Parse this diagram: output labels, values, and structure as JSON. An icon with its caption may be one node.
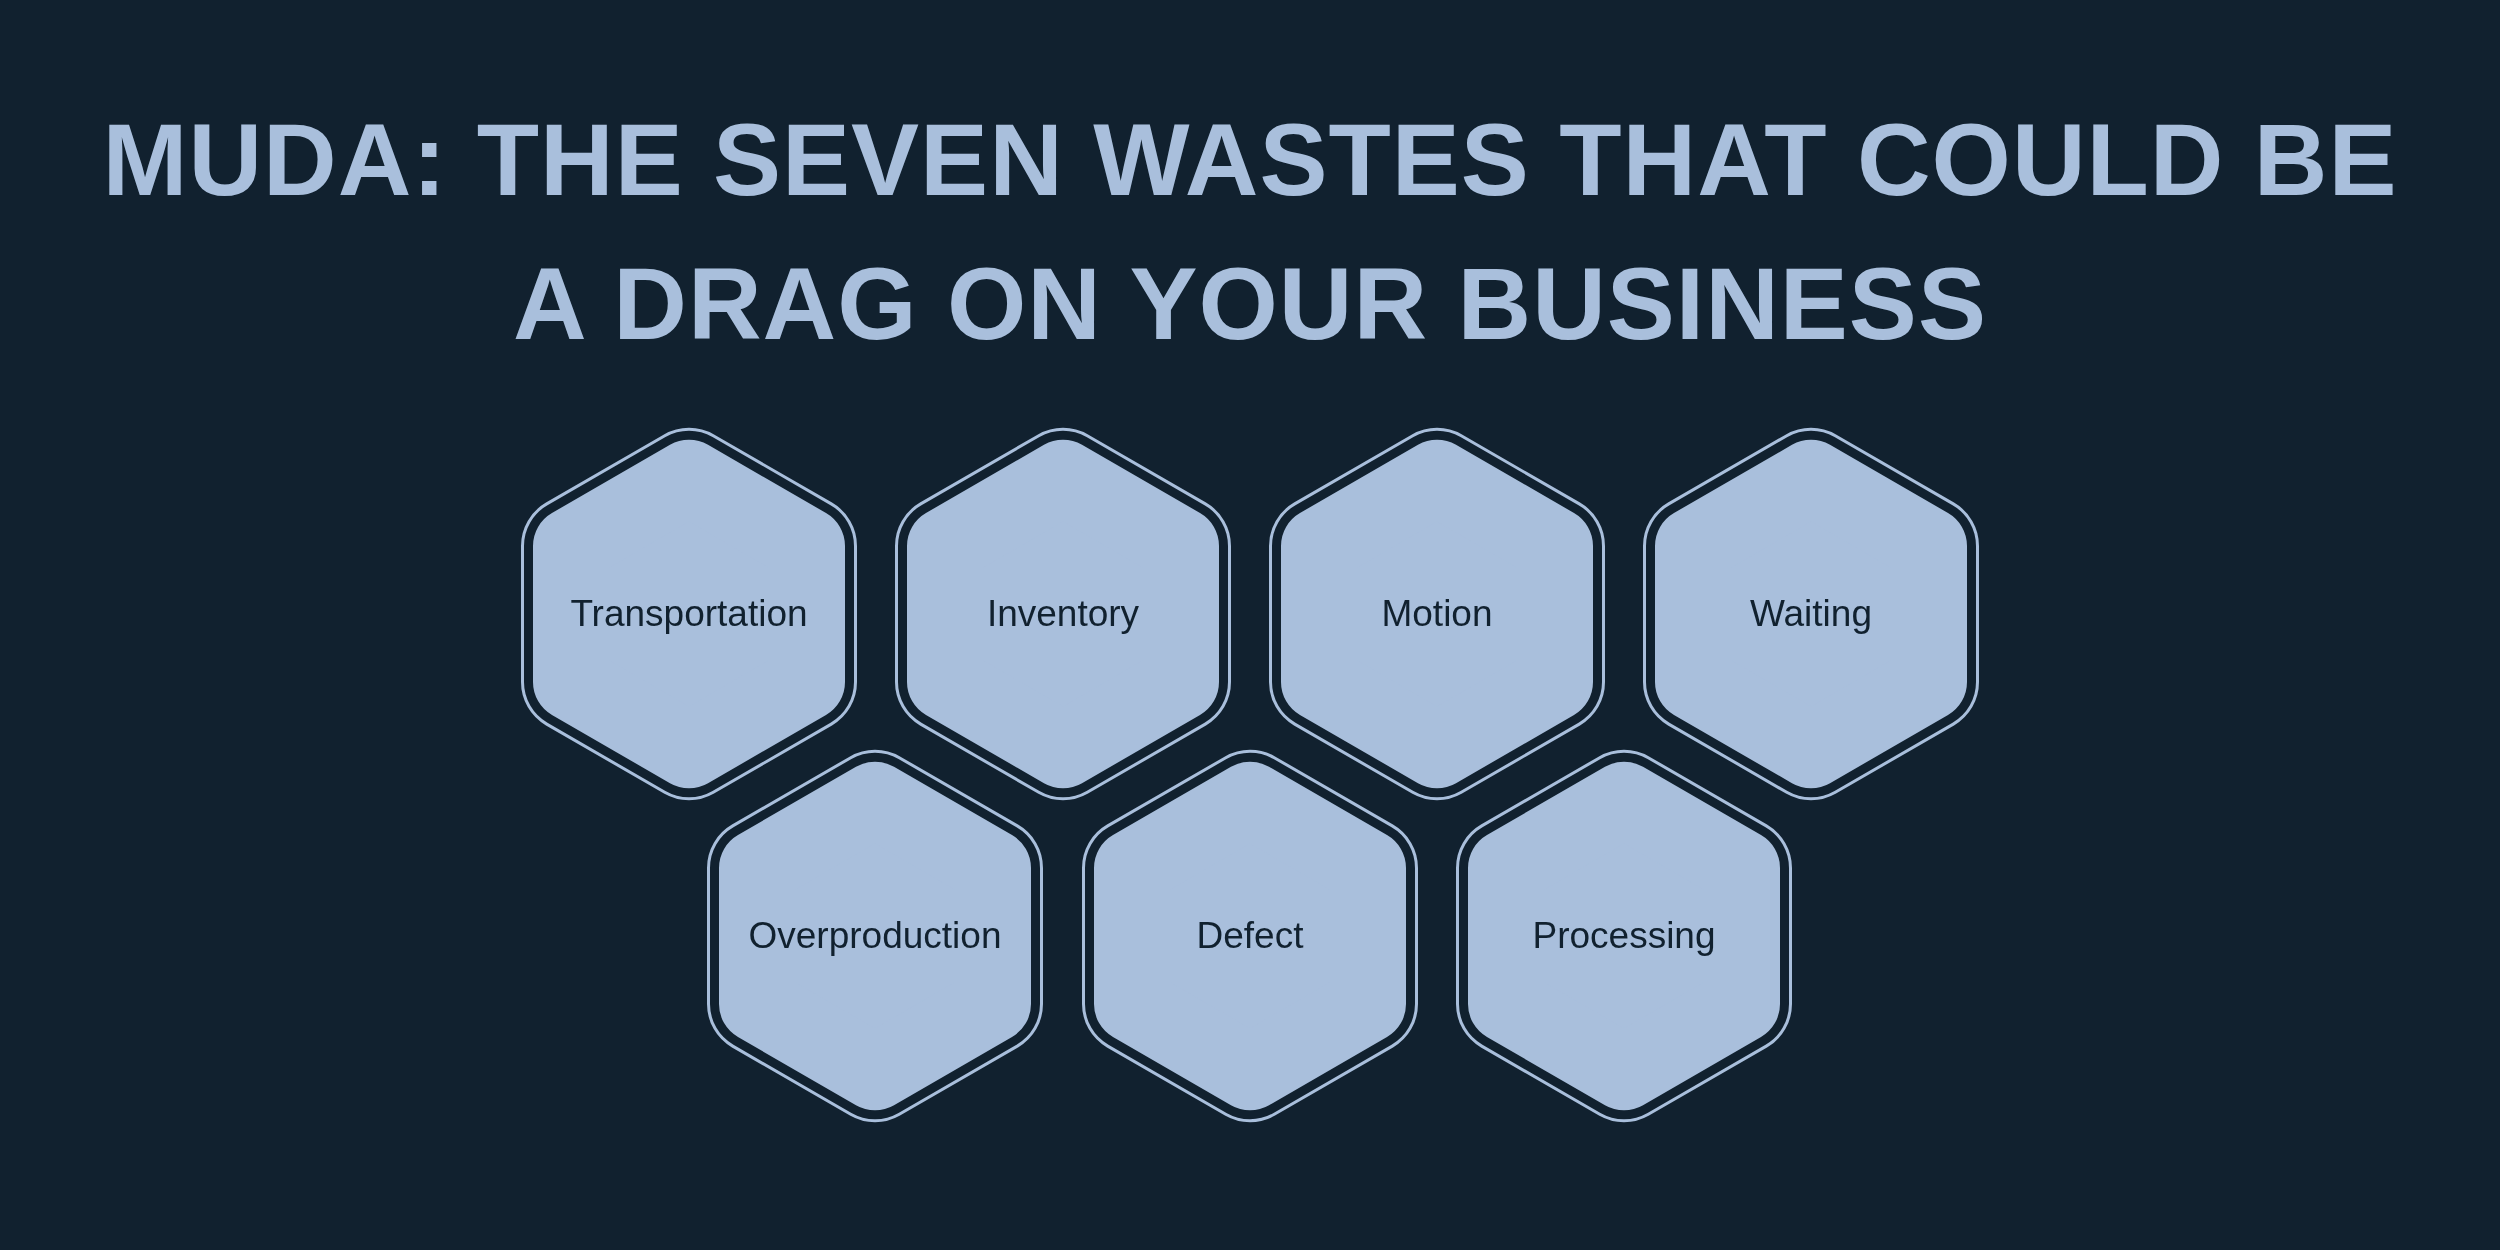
{
  "diagram": {
    "title": "MUDA: THE SEVEN WASTES THAT COULD BE A DRAG ON YOUR BUSINESS",
    "nodes": [
      {
        "text": [
          "Transportation"
        ]
      },
      {
        "text": [
          "Inventory"
        ]
      },
      {
        "text": [
          "Motion"
        ]
      },
      {
        "text": [
          "Waiting"
        ]
      },
      {
        "text": [
          "Overproduction"
        ]
      },
      {
        "text": [
          "Defect"
        ]
      },
      {
        "text": [
          "Processing"
        ]
      }
    ],
    "edges": []
  }
}
